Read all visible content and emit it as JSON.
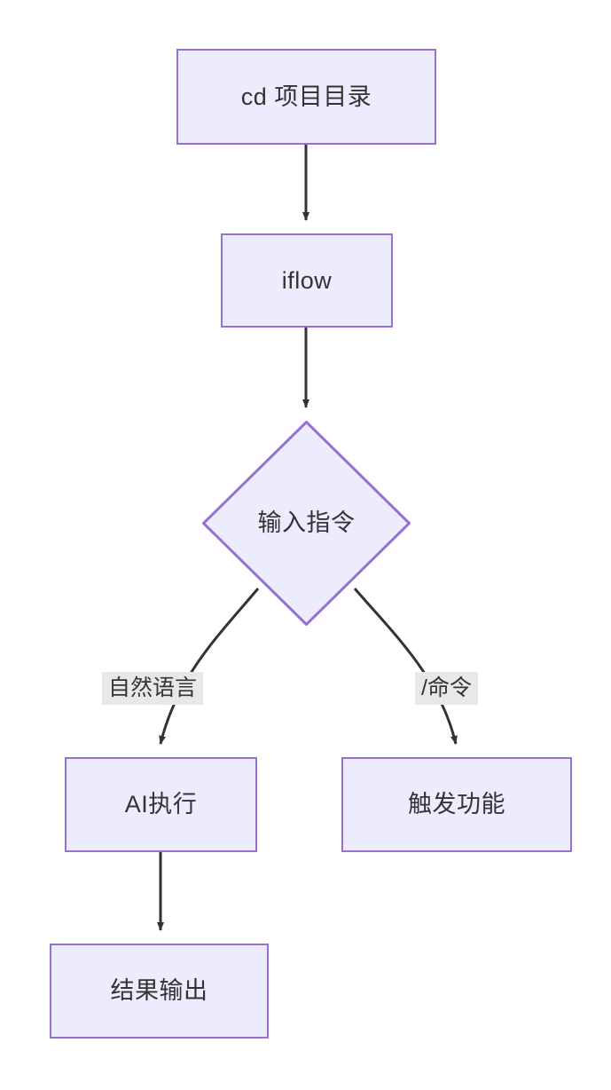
{
  "diagram": {
    "type": "flowchart",
    "direction": "top-down",
    "background": "#ffffff",
    "node_fill": "#ececfd",
    "node_stroke": "#9670d3",
    "edge_color": "#333333",
    "label_background": "#e8e8e8",
    "text_color": "#333333",
    "nodes": [
      {
        "id": "cd",
        "shape": "rectangle",
        "label": "cd 项目目录"
      },
      {
        "id": "iflow",
        "shape": "rectangle",
        "label": "iflow"
      },
      {
        "id": "decision",
        "shape": "diamond",
        "label": "输入指令"
      },
      {
        "id": "ai",
        "shape": "rectangle",
        "label": "AI执行"
      },
      {
        "id": "trigger",
        "shape": "rectangle",
        "label": "触发功能"
      },
      {
        "id": "result",
        "shape": "rectangle",
        "label": "结果输出"
      }
    ],
    "edges": [
      {
        "from": "cd",
        "to": "iflow",
        "label": ""
      },
      {
        "from": "iflow",
        "to": "decision",
        "label": ""
      },
      {
        "from": "decision",
        "to": "ai",
        "label": "自然语言"
      },
      {
        "from": "decision",
        "to": "trigger",
        "label": "/命令"
      },
      {
        "from": "ai",
        "to": "result",
        "label": ""
      }
    ],
    "edge_labels": {
      "natural_language": "自然语言",
      "slash_command": "/命令"
    }
  }
}
